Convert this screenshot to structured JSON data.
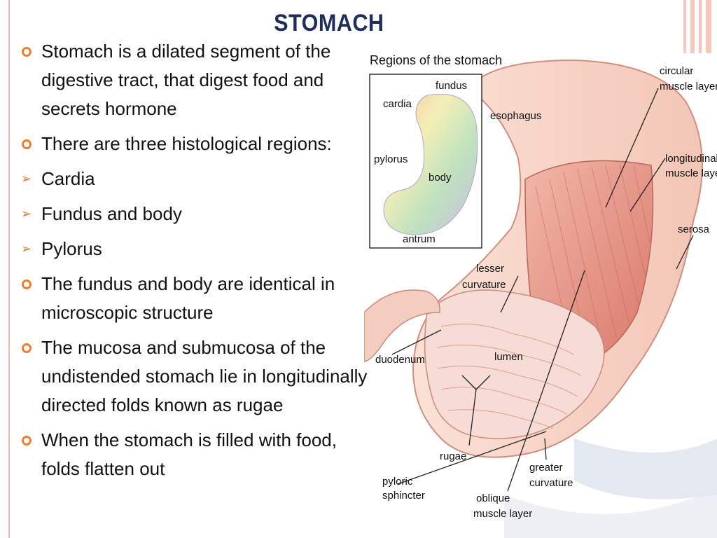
{
  "slide": {
    "title": "STOMACH",
    "bullets": [
      {
        "type": "circle",
        "text": "Stomach is a dilated segment of the digestive tract, that digest food and secrets hormone"
      },
      {
        "type": "circle",
        "text": "There are three histological regions:"
      },
      {
        "type": "arrow",
        "text": "Cardia"
      },
      {
        "type": "arrow",
        "text": "Fundus and body"
      },
      {
        "type": "arrow",
        "text": "Pylorus"
      },
      {
        "type": "circle",
        "text": "The fundus and body are identical in microscopic structure"
      },
      {
        "type": "circle",
        "text": "The mucosa and submucosa of the undistended stomach lie in longitudinally directed folds known as rugae"
      },
      {
        "type": "circle",
        "text": "When the stomach is filled with food, folds flatten out"
      }
    ]
  },
  "figure": {
    "heading": "Regions of the stomach",
    "inset": {
      "fundus": "fundus",
      "cardia": "cardia",
      "pylorus": "pylorus",
      "body": "body",
      "antrum": "antrum"
    },
    "labels": {
      "esophagus": "esophagus",
      "circular1": "circular",
      "circular2": "muscle layer",
      "longitudinal1": "longitudinal",
      "longitudinal2": "muscle layer",
      "serosa": "serosa",
      "lesser1": "lesser",
      "lesser2": "curvature",
      "duodenum": "duodenum",
      "lumen": "lumen",
      "rugae": "rugae",
      "pyloric1": "pyloric",
      "pyloric2": "sphincter",
      "oblique1": "oblique",
      "oblique2": "muscle layer",
      "greater1": "greater",
      "greater2": "curvature"
    }
  },
  "colors": {
    "title": "#1f2d5a",
    "bullet_circle": "#f07d2a",
    "bullet_arrow": "#e07a2b",
    "accent_stripes": "#f5c8bb"
  }
}
